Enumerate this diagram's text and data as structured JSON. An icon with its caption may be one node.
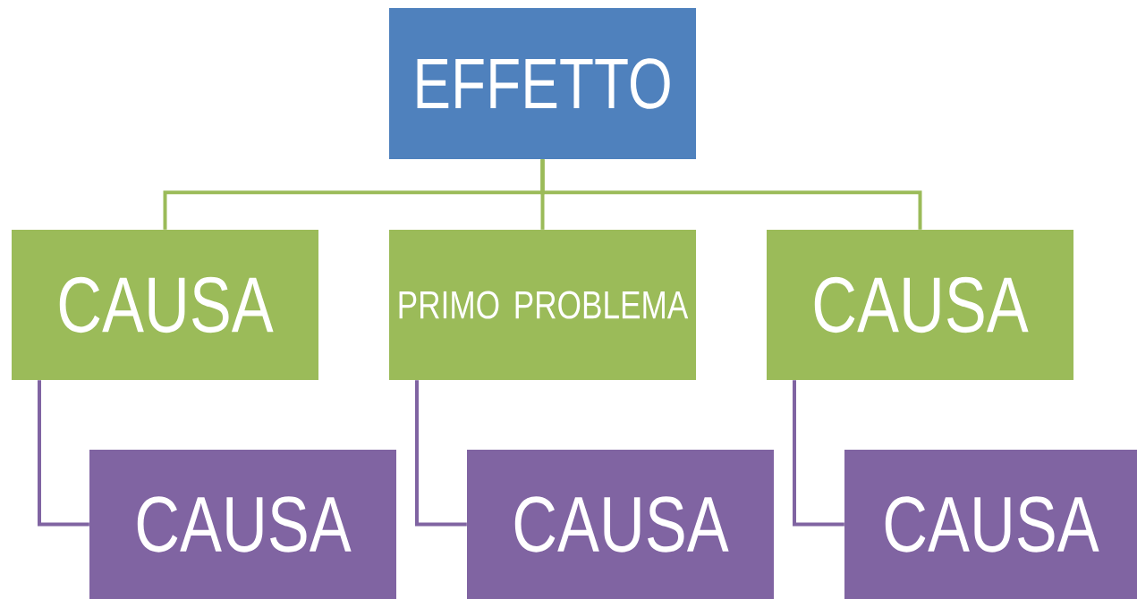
{
  "diagram": {
    "nodes": [
      {
        "text": [
          "EFFETTO"
        ]
      },
      {
        "text": [
          "CAUSA"
        ]
      },
      {
        "text": [
          "PRIMO PROBLEMA"
        ]
      },
      {
        "text": [
          "CAUSA"
        ]
      },
      {
        "text": [
          "CAUSA"
        ]
      },
      {
        "text": [
          "CAUSA"
        ]
      },
      {
        "text": [
          "CAUSA"
        ]
      }
    ],
    "edges": [
      {
        "from": 0,
        "to": 1,
        "arrow": "none",
        "color": "#9bbb59"
      },
      {
        "from": 0,
        "to": 2,
        "arrow": "none",
        "color": "#9bbb59"
      },
      {
        "from": 0,
        "to": 3,
        "arrow": "none",
        "color": "#9bbb59"
      },
      {
        "from": 1,
        "to": 4,
        "arrow": "none",
        "color": "#8064a2"
      },
      {
        "from": 2,
        "to": 5,
        "arrow": "none",
        "color": "#8064a2"
      },
      {
        "from": 3,
        "to": 6,
        "arrow": "none",
        "color": "#8064a2"
      }
    ]
  }
}
